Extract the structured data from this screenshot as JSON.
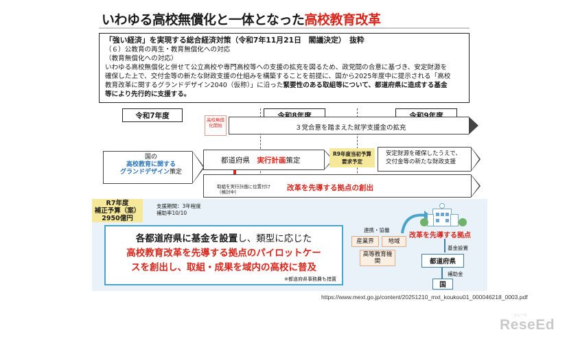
{
  "title": {
    "part1": "いわゆる高校無償化と一体となった",
    "part2": "高校教育改革"
  },
  "policy": {
    "heading": "「強い経済」を実現する総合経済対策（令和7年11月21日　閣議決定）　抜粋",
    "sub1": "（６）公教育の再生・教育無償化への対応",
    "sub2": "（教育無償化への対応）",
    "line1": "いわゆる高校無償化と併せて公立高校や専門高校等への支援の拡充を図るため、政党間の合意に基づき、安定財源を",
    "line2": "確保した上で、交付金等の新たな財政支援の仕組みを構築することを前提に、国から2025年度中に提示される「高校",
    "line3_a": "教育改革に関するグランドデザイン2040（仮称）」に沿った",
    "line3_b": "緊要性のある取組等について、都道府県に造成する基金",
    "line4": "等により先行的に支援する。"
  },
  "timeline": {
    "year7": "令和7年度",
    "year8": "令和8年度",
    "year9": "令和9年度",
    "musyoka_start": "高校無償化開始",
    "arrow1_text": "３党合意を踏まえた就学支援金の拡充",
    "kuni": "国の",
    "grand1": "高校教育に関する",
    "grand2": "グランドデザイン",
    "grand3": "策定",
    "pref_a": "都道府県",
    "pref_b": "実行計画",
    "pref_c": "策定",
    "budget_req1": "R9年度当初予算",
    "budget_req2": "要求予定",
    "stable1": "安定財源を確保したうえで、",
    "stable2": "交付金等の新たな財政支援",
    "note1": "取組を実行計画に位置付け",
    "note2": "（検討中）",
    "pilot": "改革を先導する拠点の創出"
  },
  "bottom": {
    "budget1": "R7年度",
    "budget2": "補正予算（案）",
    "budget3": "2950億円",
    "period1": "支援期間：3年程度",
    "period2": "補助率10/10",
    "callout1_a": "各都道府県に基金を設置",
    "callout1_b": "し、類型に応じた",
    "callout2": "高校教育改革を先導する拠点のパイロットケー",
    "callout3": "スを創出し、取組・成果を域内の高校に普及",
    "callout_note": "※都道府県事務費も措置",
    "renkei": "連携・協働",
    "sangyo": "産業界",
    "chiiki": "地域",
    "kotokyoiku": "高等教育機関",
    "kyoten": "改革を先導する拠点",
    "kikin": "基金設置",
    "todofuken": "都道府県",
    "hojokin": "補助金",
    "kuni": "国"
  },
  "source": "https://www.mext.go.jp/content/20251210_mxt_koukou01_000046218_0003.pdf",
  "logo": "ReseEd",
  "logo_sub": "リシード",
  "colors": {
    "accent_red": "#d9261c",
    "callout_blue": "#4aa3c9",
    "budget_yellow": "#f6e89a"
  }
}
